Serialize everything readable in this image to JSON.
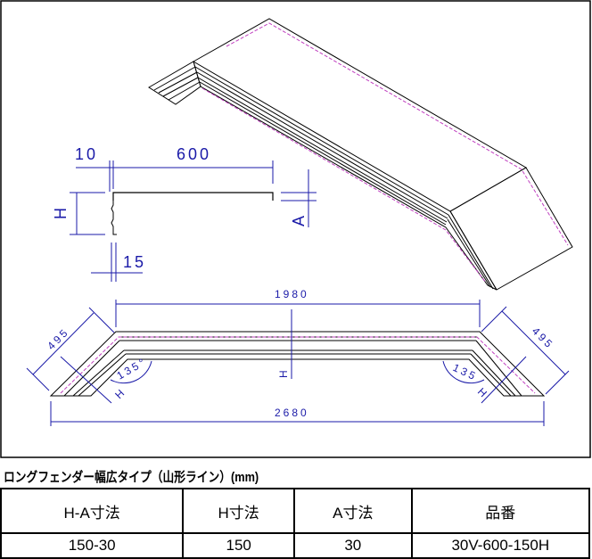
{
  "drawing": {
    "dims": {
      "d10": "10",
      "d600": "600",
      "d15": "15",
      "H": "H",
      "A": "A",
      "d1980": "1980",
      "d2680": "2680",
      "d495_left": "495",
      "d495_right": "495",
      "angle_left": "135°",
      "angle_right": "135",
      "H_left": "H",
      "H_right": "H",
      "H_center": "H"
    },
    "colors": {
      "dimension": "#1a1aa8",
      "hidden_line": "#c040c0",
      "outline": "#000000"
    }
  },
  "table": {
    "title": "ロングフェンダー幅広タイプ（山形ライン）(mm)",
    "headers": [
      "H-A寸法",
      "H寸法",
      "A寸法",
      "品番"
    ],
    "rows": [
      [
        "150-30",
        "150",
        "30",
        "30V-600-150H"
      ]
    ]
  }
}
